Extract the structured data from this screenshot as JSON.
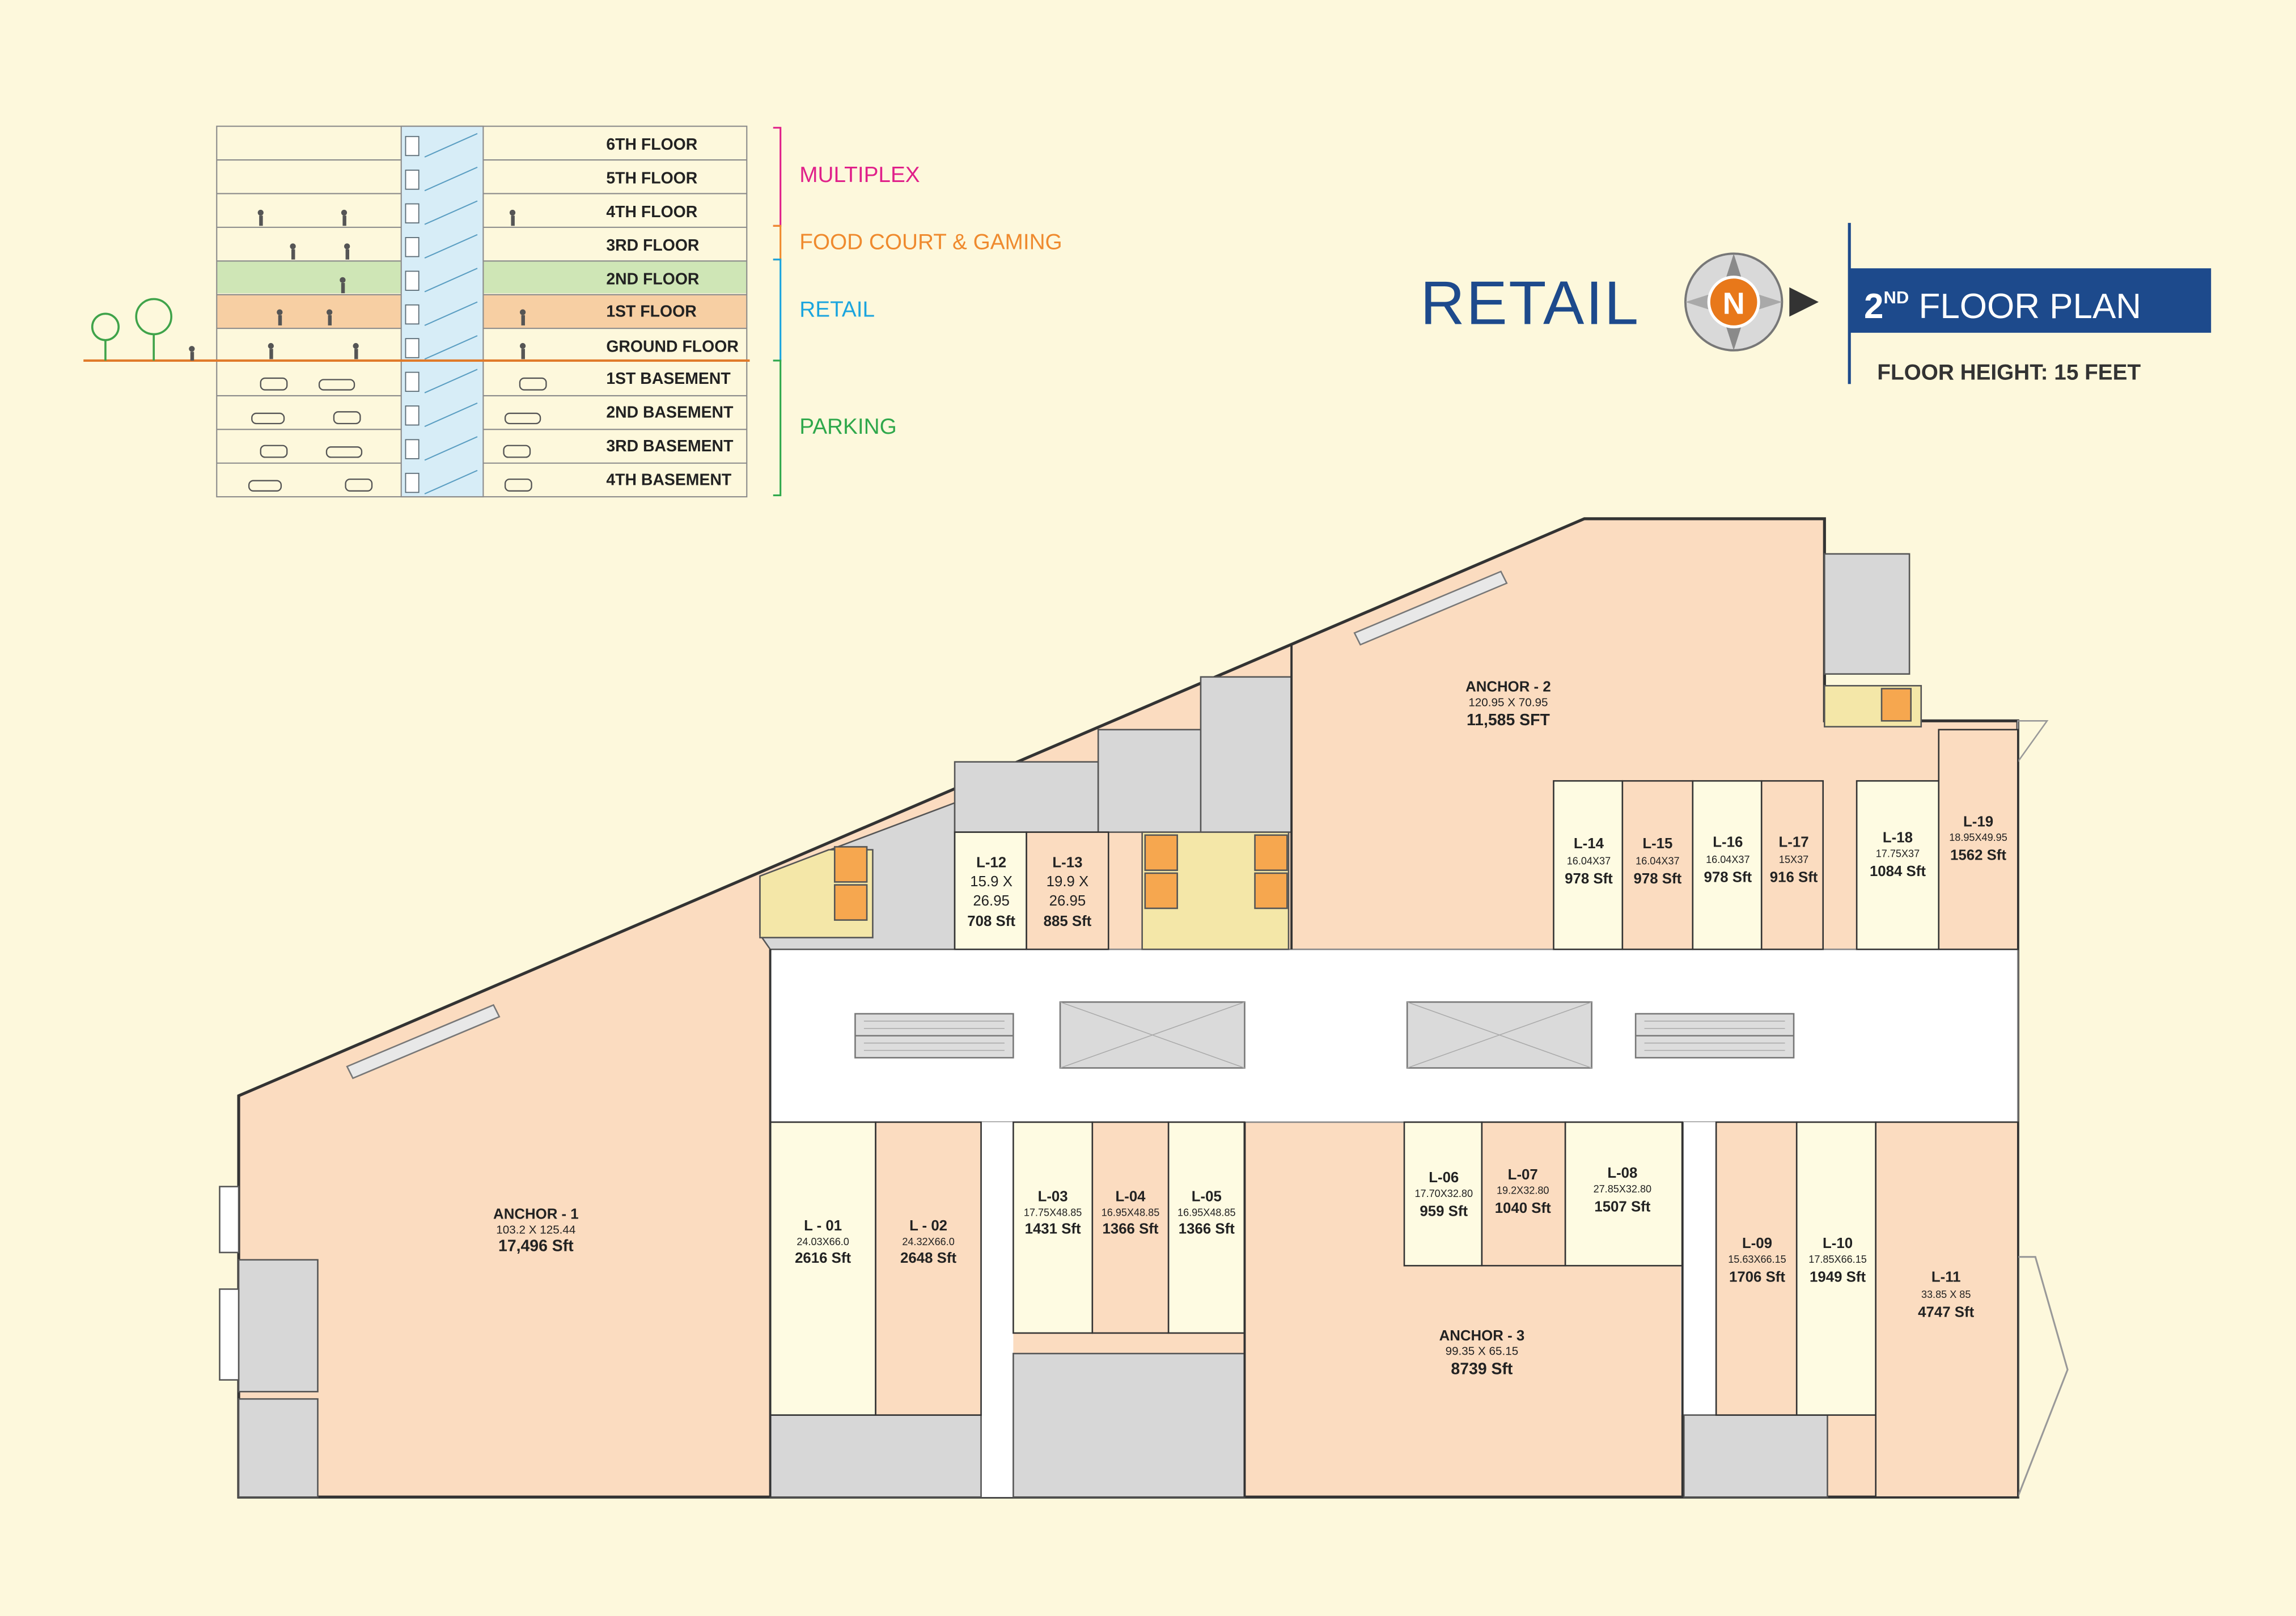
{
  "section": {
    "floors": [
      "6TH FLOOR",
      "5TH FLOOR",
      "4TH FLOOR",
      "3RD FLOOR",
      "2ND FLOOR",
      "1ST FLOOR",
      "GROUND FLOOR",
      "1ST BASEMENT",
      "2ND BASEMENT",
      "3RD BASEMENT",
      "4TH BASEMENT"
    ],
    "zones": {
      "multiplex": "MULTIPLEX",
      "food_court": "FOOD COURT & GAMING",
      "retail": "RETAIL",
      "parking": "PARKING"
    }
  },
  "header": {
    "retail_title": "RETAIL",
    "compass_letter": "N",
    "plan_number": "2",
    "plan_superscript": "ND",
    "plan_rest": " FLOOR PLAN",
    "floor_height": "FLOOR  HEIGHT: 15 FEET"
  },
  "units": {
    "anchor1": {
      "name": "ANCHOR - 1",
      "dims": "103.2 X 125.44",
      "area": "17,496 Sft"
    },
    "anchor2": {
      "name": "ANCHOR - 2",
      "dims": "120.95 X 70.95",
      "area": "11,585 SFT"
    },
    "anchor3": {
      "name": "ANCHOR - 3",
      "dims": "99.35 X 65.15",
      "area": "8739 Sft"
    },
    "l01": {
      "name": "L - 01",
      "dims": "24.03X66.0",
      "area": "2616 Sft"
    },
    "l02": {
      "name": "L - 02",
      "dims": "24.32X66.0",
      "area": "2648 Sft"
    },
    "l03": {
      "name": "L-03",
      "dims": "17.75X48.85",
      "area": "1431 Sft"
    },
    "l04": {
      "name": "L-04",
      "dims": "16.95X48.85",
      "area": "1366 Sft"
    },
    "l05": {
      "name": "L-05",
      "dims": "16.95X48.85",
      "area": "1366 Sft"
    },
    "l06": {
      "name": "L-06",
      "dims": "17.70X32.80",
      "area": "959 Sft"
    },
    "l07": {
      "name": "L-07",
      "dims": "19.2X32.80",
      "area": "1040 Sft"
    },
    "l08": {
      "name": "L-08",
      "dims": "27.85X32.80",
      "area": "1507 Sft"
    },
    "l09": {
      "name": "L-09",
      "dims": "15.63X66.15",
      "area": "1706 Sft"
    },
    "l10": {
      "name": "L-10",
      "dims": "17.85X66.15",
      "area": "1949 Sft"
    },
    "l11": {
      "name": "L-11",
      "dims": "33.85 X 85",
      "area": "4747 Sft"
    },
    "l12": {
      "name": "L-12",
      "dims1": "15.9 X",
      "dims2": "26.95",
      "area": "708 Sft"
    },
    "l13": {
      "name": "L-13",
      "dims1": "19.9 X",
      "dims2": "26.95",
      "area": "885 Sft"
    },
    "l14": {
      "name": "L-14",
      "dims": "16.04X37",
      "area": "978 Sft"
    },
    "l15": {
      "name": "L-15",
      "dims": "16.04X37",
      "area": "978 Sft"
    },
    "l16": {
      "name": "L-16",
      "dims": "16.04X37",
      "area": "978 Sft"
    },
    "l17": {
      "name": "L-17",
      "dims": "15X37",
      "area": "916 Sft"
    },
    "l18": {
      "name": "L-18",
      "dims": "17.75X37",
      "area": "1084 Sft"
    },
    "l19": {
      "name": "L-19",
      "dims": "18.95X49.95",
      "area": "1562 Sft"
    }
  },
  "colors": {
    "background": "#fdf8dc",
    "unit_peach": "#fbdcc0",
    "unit_cream": "#fefbe2",
    "corridor": "#ffffff",
    "service_grey": "#d3d3d3",
    "lift_lobby": "#f4e7a8",
    "lift_orange": "#f6a74f",
    "wall": "#3a3a3a",
    "multiplex": "#e0208a",
    "food_court": "#ef8a2e",
    "retail": "#1ba5de",
    "parking": "#2fa84b",
    "title_blue": "#1d4a8c",
    "plan_box": "#1d4a8c",
    "compass_orange": "#e8781a"
  }
}
